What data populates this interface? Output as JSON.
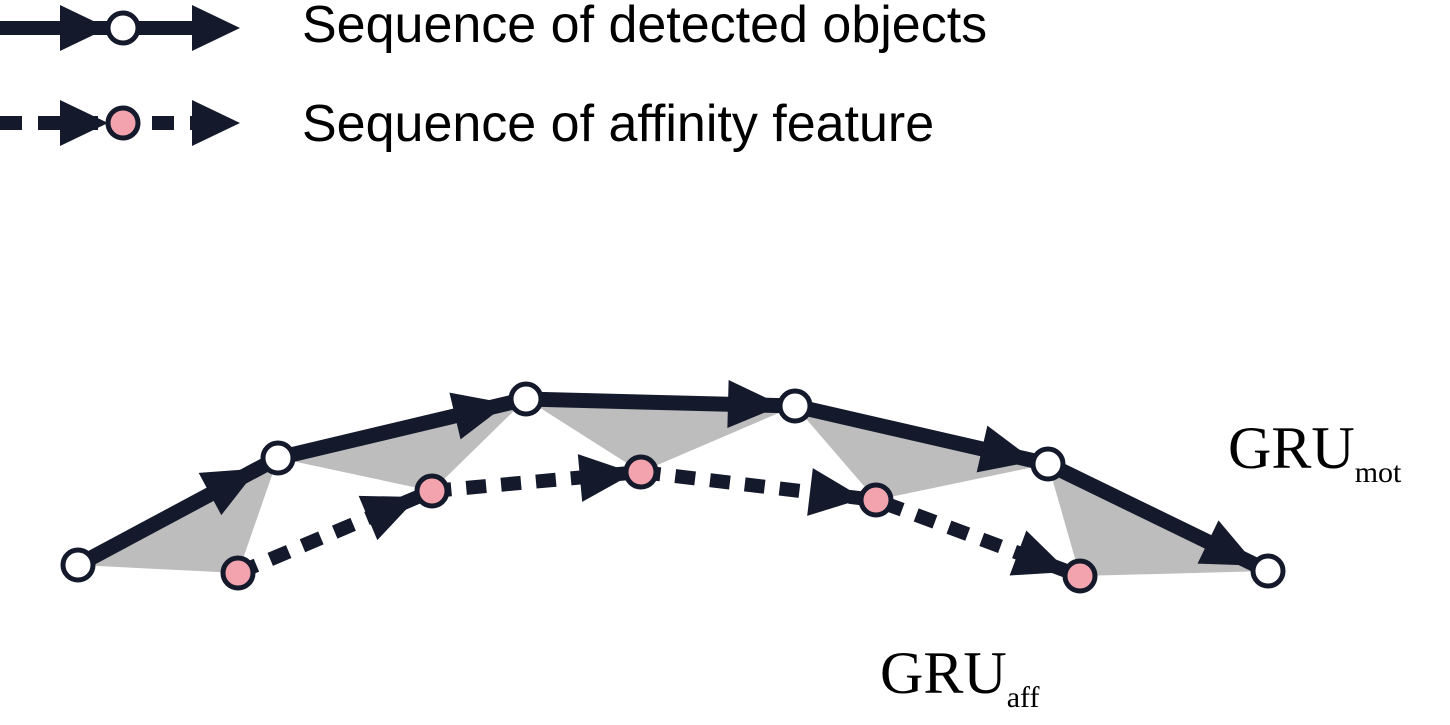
{
  "colors": {
    "arrow": "#141a2b",
    "affinity_node_fill": "#f2a3ad",
    "detected_node_fill": "#ffffff",
    "shade": "#bdbdbd"
  },
  "legend": {
    "solid_label": "Sequence of detected objects",
    "dotted_label": "Sequence of affinity feature"
  },
  "labels": {
    "gru_mot_main": "GRU",
    "gru_mot_sub": "mot",
    "gru_aff_main": "GRU",
    "gru_aff_sub": "aff"
  }
}
